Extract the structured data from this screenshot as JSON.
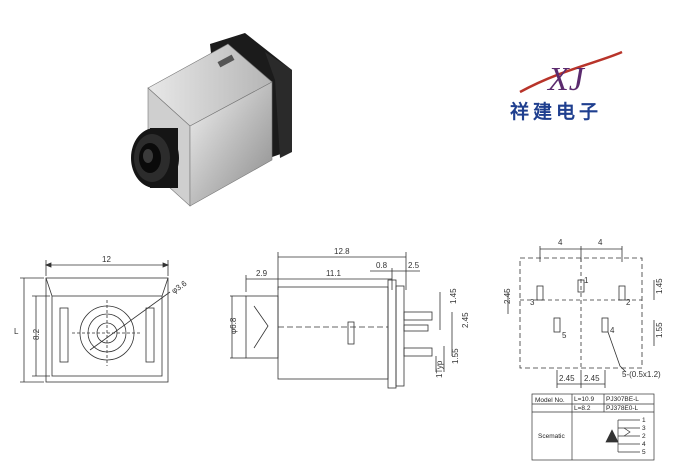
{
  "logo": {
    "latin": "XJ",
    "chinese": "祥建电子"
  },
  "drawings": {
    "front_view": {
      "width": "12",
      "height": "8.2",
      "side_label": "L",
      "hole": "φ3.6"
    },
    "side_view": {
      "overall": "12.8",
      "left": "2.9",
      "body": "11.1",
      "gap": "0.8",
      "flange": "2.5",
      "diameter": "φ6.8",
      "pin_top": "1.45",
      "pin_mid": "2.45",
      "pin_low": "1.55",
      "typ": "1Typ"
    },
    "pcb_layout": {
      "top_left": "4",
      "top_right": "4",
      "left_height": "2.45",
      "right_top": "1.45",
      "right_bottom": "1.55",
      "bottom_left": "2.45",
      "bottom_right": "2.45",
      "slot": "5-(0.5x1.2)",
      "pins": [
        "1",
        "2",
        "3",
        "4",
        "5"
      ]
    }
  },
  "model_table": {
    "header": "Model No.",
    "row1_l": "L=10.9",
    "row1_model": "PJ307BE-L",
    "row2_l": "L=8.2",
    "row2_model": "PJ378E0-L",
    "schematic_label": "Scematic",
    "schematic_pins": [
      "1",
      "3",
      "2",
      "4",
      "5"
    ]
  }
}
